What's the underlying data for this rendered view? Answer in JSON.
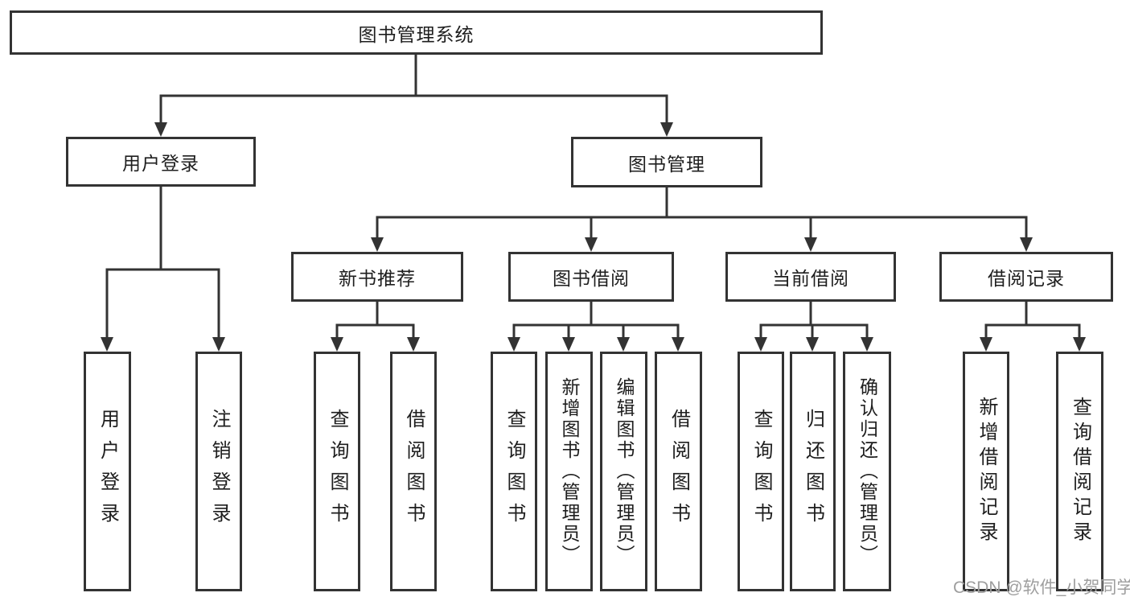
{
  "title": "图书管理系统",
  "watermark": "CSDN @软件_小贺同学",
  "colors": {
    "line": "#333333",
    "text": "#1e1e1e",
    "watermark": "#9e9e9e",
    "background": "#ffffff"
  },
  "tree": {
    "root": {
      "label": "图书管理系统",
      "children": [
        {
          "label": "用户登录",
          "children": [
            {
              "label": "用户登录"
            },
            {
              "label": "注销登录"
            }
          ]
        },
        {
          "label": "图书管理",
          "children": [
            {
              "label": "新书推荐",
              "children": [
                {
                  "label": "查询图书"
                },
                {
                  "label": "借阅图书"
                }
              ]
            },
            {
              "label": "图书借阅",
              "children": [
                {
                  "label": "查询图书"
                },
                {
                  "label": "新增图书（管理员）"
                },
                {
                  "label": "编辑图书（管理员）"
                },
                {
                  "label": "借阅图书"
                }
              ]
            },
            {
              "label": "当前借阅",
              "children": [
                {
                  "label": "查询图书"
                },
                {
                  "label": "归还图书"
                },
                {
                  "label": "确认归还（管理员）"
                }
              ]
            },
            {
              "label": "借阅记录",
              "children": [
                {
                  "label": "新增借阅记录"
                },
                {
                  "label": "查询借阅记录"
                }
              ]
            }
          ]
        }
      ]
    }
  }
}
